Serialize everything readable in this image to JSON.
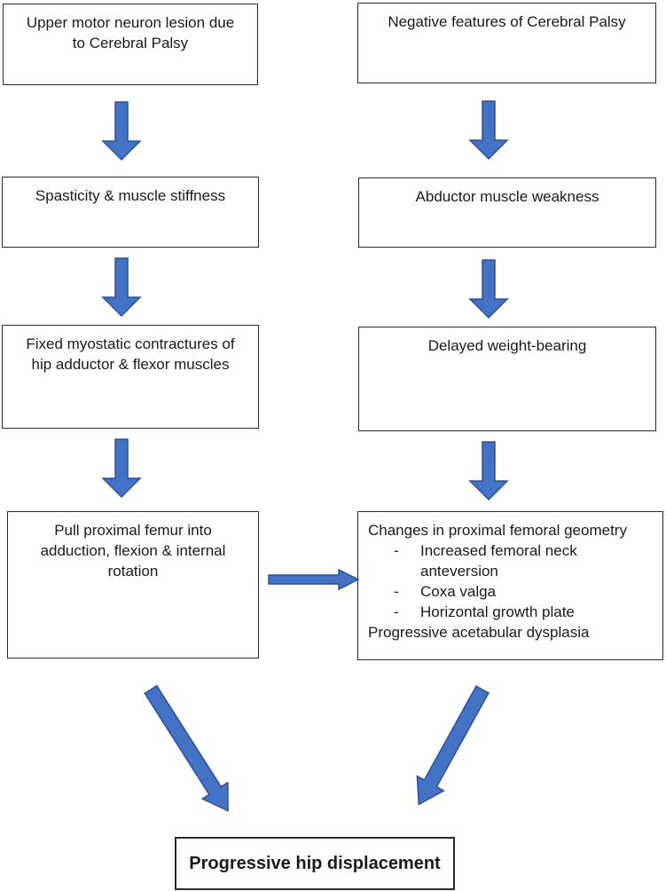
{
  "diagram": {
    "background": "#ffffff",
    "arrow_fill": "#4472c4",
    "arrow_stroke": "#2f528f",
    "box_border": "#2b2b2b",
    "bullet_marker": "-",
    "boxes": {
      "upper_motor": {
        "lines": [
          "Upper motor neuron lesion due",
          "to Cerebral Palsy"
        ]
      },
      "negative_features": {
        "lines": [
          "Negative features of Cerebral Palsy"
        ]
      },
      "spasticity": {
        "lines": [
          "Spasticity & muscle stiffness"
        ]
      },
      "abductor_weakness": {
        "lines": [
          "Abductor muscle weakness"
        ]
      },
      "contractures": {
        "lines": [
          "Fixed myostatic contractures of",
          "hip adductor & flexor muscles"
        ]
      },
      "delayed_weight_bearing": {
        "lines": [
          "Delayed weight-bearing"
        ]
      },
      "pull_femur": {
        "lines": [
          "Pull proximal femur into",
          "adduction, flexion & internal",
          "rotation"
        ]
      },
      "femoral_geometry": {
        "title": "Changes in proximal femoral geometry",
        "bullets": [
          "Increased femoral neck anteversion",
          "Coxa valga",
          "Horizontal growth plate"
        ],
        "footer": "Progressive acetabular dysplasia"
      },
      "outcome": {
        "label": "Progressive hip displacement"
      }
    }
  }
}
